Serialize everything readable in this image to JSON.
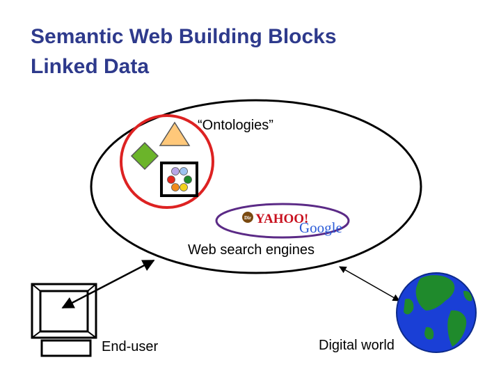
{
  "slide": {
    "title_line1": "Semantic Web Building Blocks",
    "title_line2": "Linked Data"
  },
  "labels": {
    "ontologies": "“Ontologies”",
    "web_search_engines": "Web search engines",
    "end_user": "End-user",
    "digital_world": "Digital world"
  },
  "logos": {
    "yahoo_prefix": "Dir",
    "yahoo": "YAHOO!",
    "google": "Google"
  },
  "colors": {
    "title": "#2e3a8c",
    "ontology_circle": "#dd2222",
    "search_ellipse": "#5b2a86",
    "triangle": "#ffc87a",
    "diamond": "#6bb42a",
    "ocean": "#1a3fd6",
    "land": "#1f8a2c"
  }
}
